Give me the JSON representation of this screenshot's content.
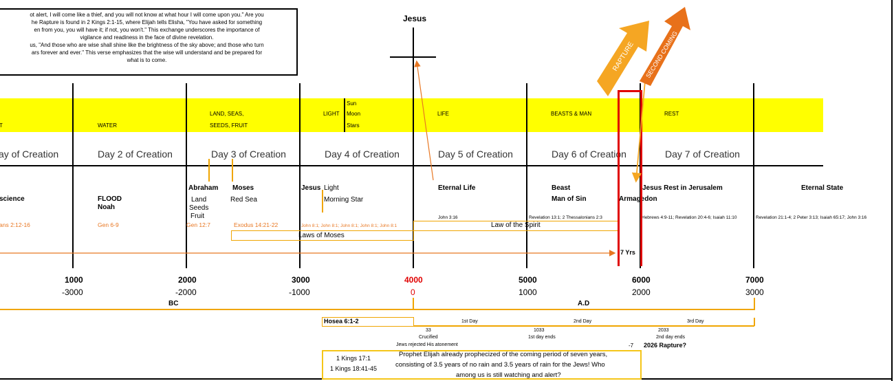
{
  "quote": [
    "ot alert, I will come like a thief, and you will not know at what hour I will come upon you.\" Are you",
    "he Rapture is found in 2 Kings 2:1-15, where Elijah tells Elisha, \"You have asked for something",
    "en from you, you will have it; if not, you won't.\" This exchange underscores the importance of",
    "vigilance and readiness in the face of divine revelation.",
    "us, \"And those who are wise shall shine like the brightness of the sky above; and those who turn",
    "ars forever and ever.\" This verse emphasizes that the wise will understand and be prepared for",
    "what is to come."
  ],
  "jesus_label": "Jesus",
  "banners": {
    "rapture": "RAPTURE",
    "second_coming": "SECOND COMING"
  },
  "band_labels": {
    "light": "T",
    "water": "WATER",
    "land_1": "LAND, SEAS,",
    "land_2": "SEEDS, FRUIT",
    "light2": "LIGHT",
    "sun": "Sun",
    "moon": "Moon",
    "stars": "Stars",
    "life": "LIFE",
    "beasts": "BEASTS & MAN",
    "rest": "REST"
  },
  "days": [
    "ay of Creation",
    "Day 2 of Creation",
    "Day 3 of Creation",
    "Day 4 of Creation",
    "Day 5 of Creation",
    "Day 6 of Creation",
    "Day 7 of Creation"
  ],
  "events": {
    "science": "science",
    "flood": "FLOOD",
    "noah": "Noah",
    "abraham": "Abraham",
    "land": "Land",
    "seeds": "Seeds",
    "fruit": "Fruit",
    "moses": "Moses",
    "red_sea": "Red Sea",
    "jesus": "Jesus",
    "light": "Light",
    "morning_star": "Morning Star",
    "eternal_life": "Eternal Life",
    "beast": "Beast",
    "man_of_sin": "Man of Sin",
    "armagedon": "Armagedon",
    "jesus_rest": "Jesus Rest in Jerusalem",
    "eternal_state": "Eternal State"
  },
  "refs": {
    "ans": "ans 2:12-16",
    "gen69": "Gen 6-9",
    "gen127": "Gen 12:7",
    "exodus": "Exodus 14:21-22",
    "john81": "John 8:1; John 8:1; John 8:1; John 8:1; John 8:1",
    "john316": "John 3:16",
    "rev13": "Revelation 13:1; 2 Thessalonians 2:3",
    "heb": "Hebrews 4:9-11;  Revelation 20:4-6; Isaiah 11:10",
    "rev21": "Revelation 21:1-4;  2 Peter 3:13; Isaiah 65:17; John 3:16"
  },
  "law_spirit": "Law of the Spirit",
  "laws_moses": "Laws of Moses",
  "seven_yrs": "7 Yrs",
  "years": [
    "1000",
    "2000",
    "3000",
    "4000",
    "5000",
    "6000",
    "7000"
  ],
  "dates": [
    "-3000",
    "-2000",
    "-1000",
    "0",
    "1000",
    "2000",
    "3000"
  ],
  "era": {
    "bc": "BC",
    "ad": "A.D"
  },
  "hosea": "Hosea 6:1-2",
  "prophetic_days": [
    "1st Day",
    "2nd Day",
    "3rd Day"
  ],
  "marks": {
    "y33": "33",
    "crucified": "Crucified",
    "rejected": "Jews rejected His atonement",
    "y1033": "1033",
    "first_ends": "1st day ends",
    "y2033": "2033",
    "second_ends": "2nd day ends",
    "minus7": "-7",
    "rapture2026": "2026  Rapture?"
  },
  "prophecy": {
    "ref1": "1 Kings 17:1",
    "ref2": "1 Kings 18:41-45",
    "line1": "Prophet Elijah already prophecized of the coming period of seven years,",
    "line2": "consisting of 3.5 years of no rain and 3.5 years of rain for the Jews! Who",
    "line3": "among us is still watching and alert?"
  },
  "colors": {
    "band": "#ffff00",
    "orange": "#f0a500",
    "orange_text": "#e87722",
    "red": "#e00000",
    "banner": "#f5a623",
    "banner2": "#e8711a"
  }
}
